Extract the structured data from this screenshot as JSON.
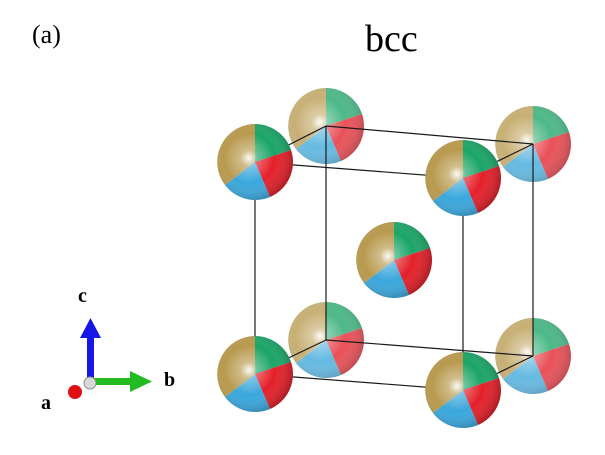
{
  "panel_label": "(a)",
  "title": "bcc",
  "axes": {
    "a_label": "a",
    "b_label": "b",
    "c_label": "c"
  },
  "colors": {
    "edge": "#1a1a1a",
    "sector_green": "#1aa566",
    "sector_red": "#e3202a",
    "sector_blue": "#3aa7db",
    "sector_gold": "#b89a4e",
    "axis_c": "#1616e6",
    "axis_b": "#22bb22",
    "axis_a": "#e01010"
  }
}
